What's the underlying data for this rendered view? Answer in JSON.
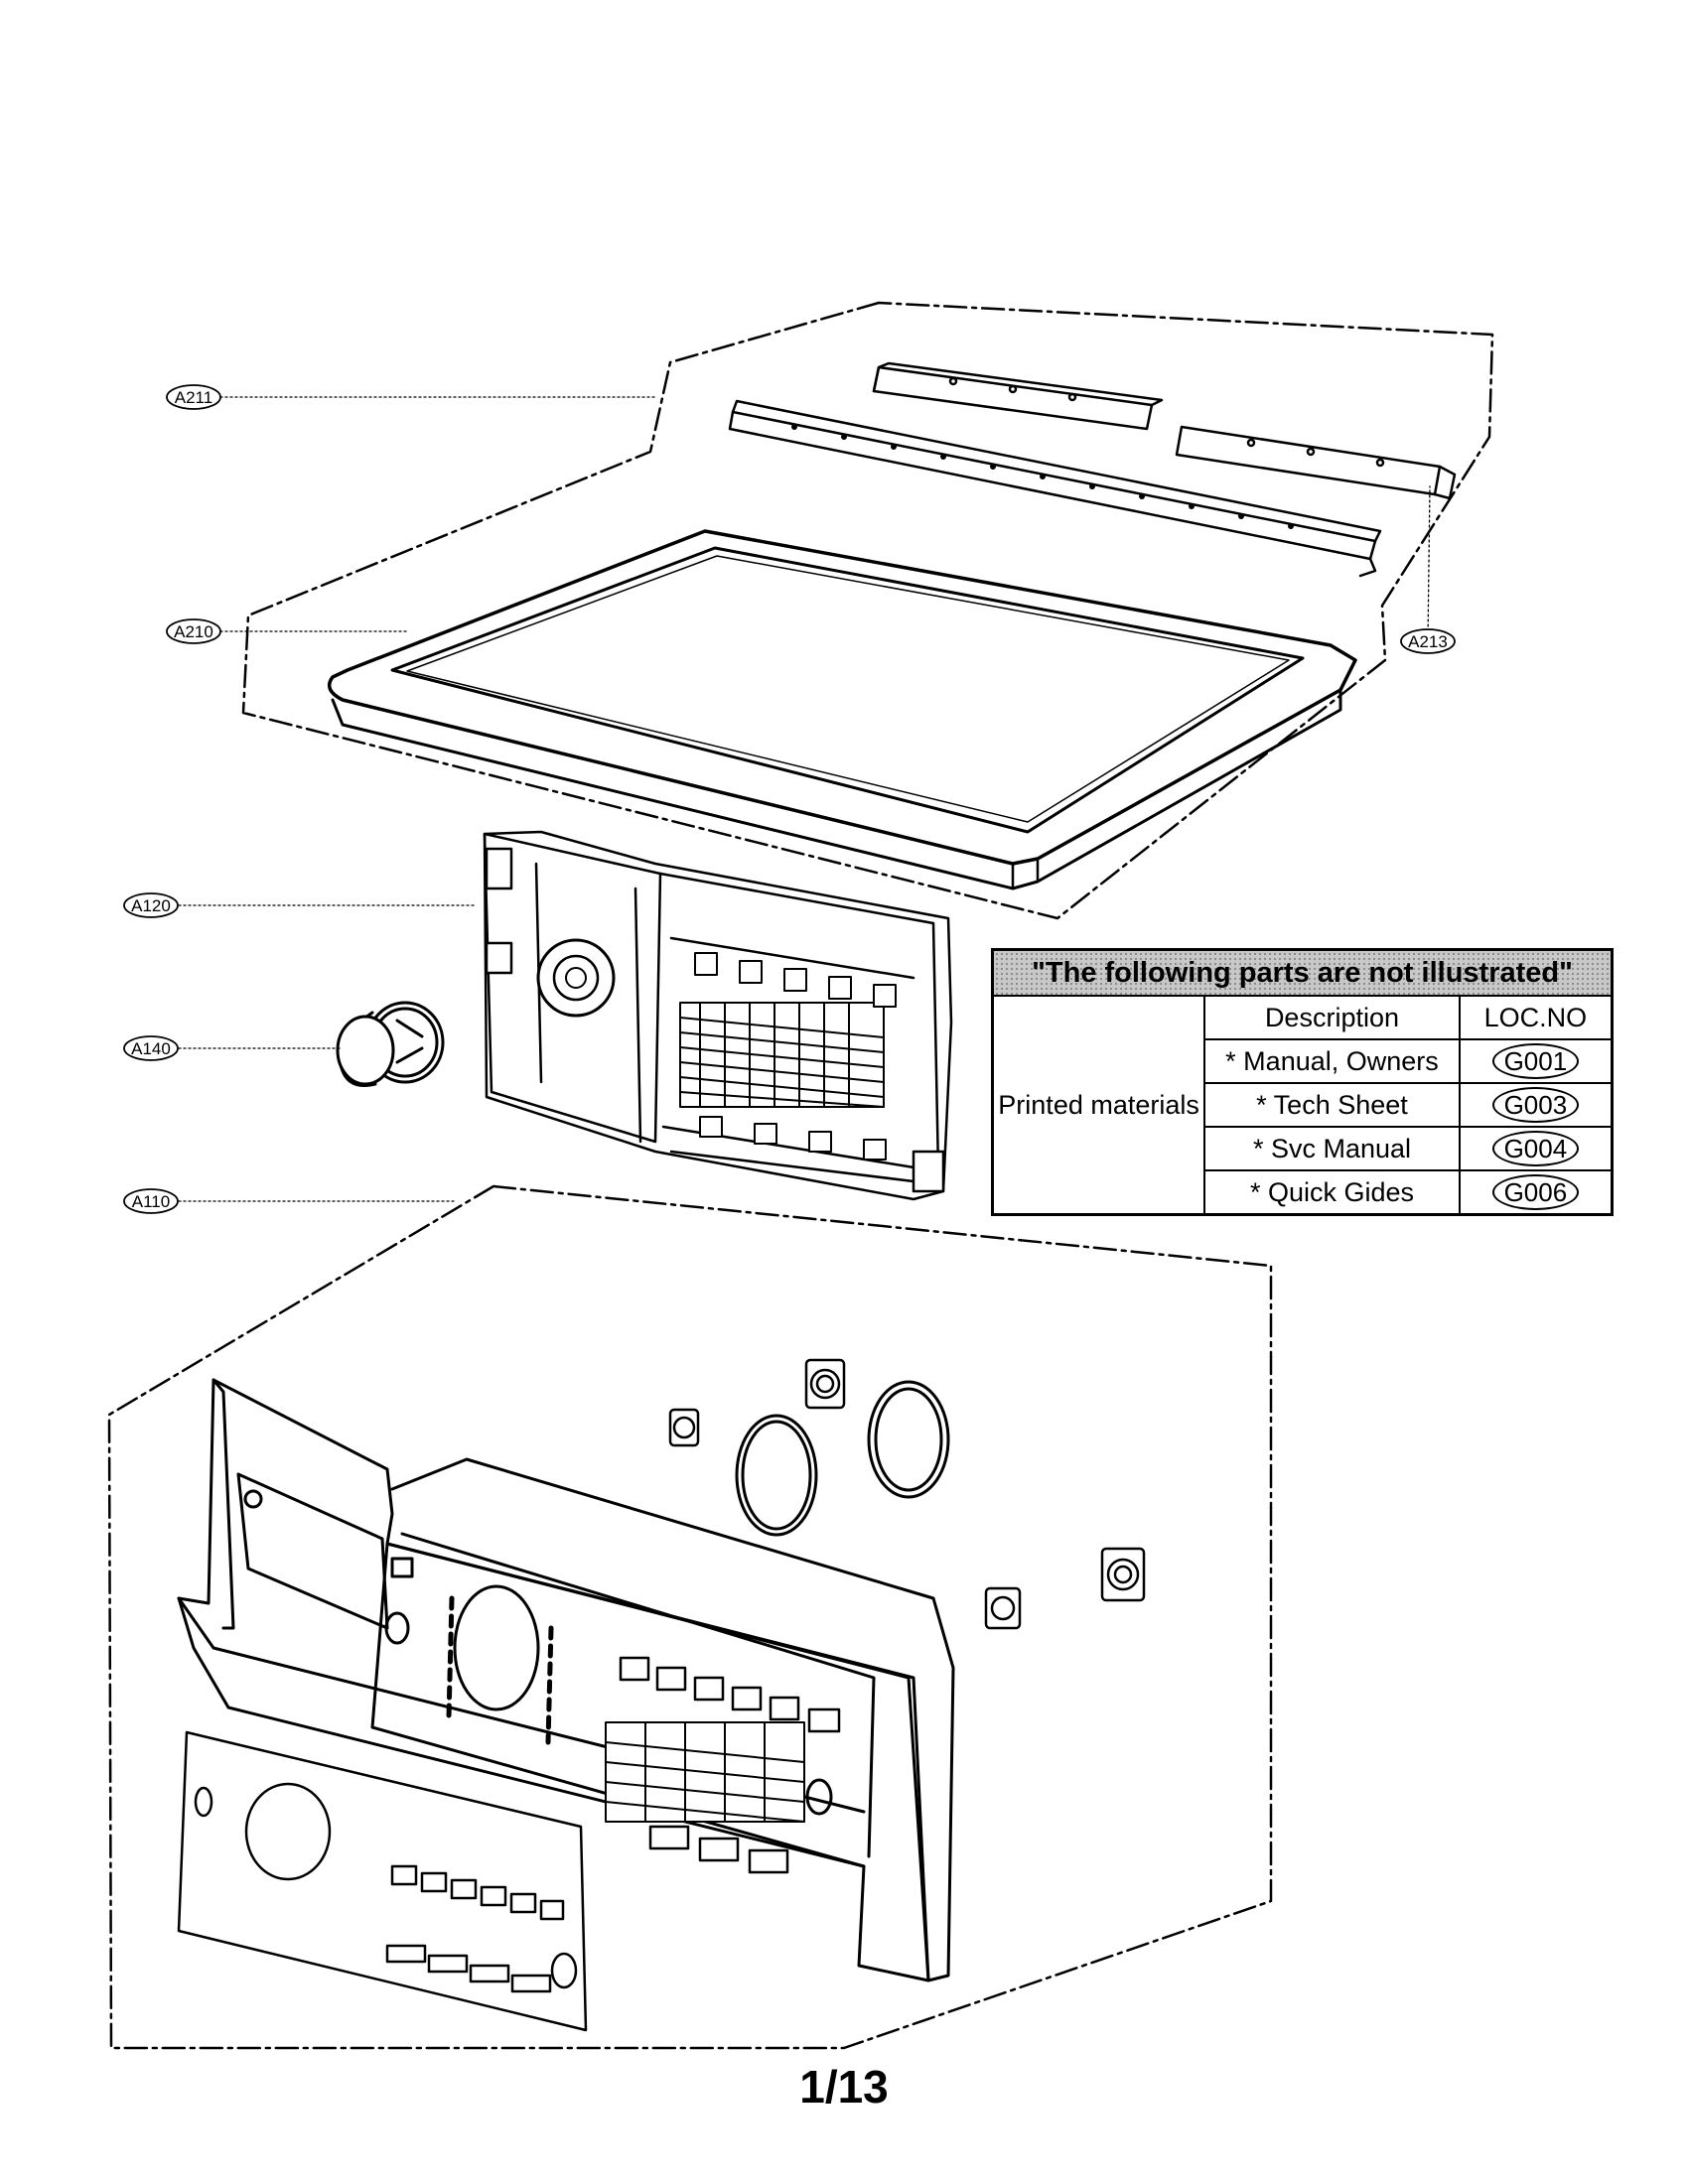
{
  "callouts": [
    {
      "id": "a211",
      "label": "A211"
    },
    {
      "id": "a210",
      "label": "A210"
    },
    {
      "id": "a213",
      "label": "A213"
    },
    {
      "id": "a120",
      "label": "A120"
    },
    {
      "id": "a140",
      "label": "A140"
    },
    {
      "id": "a110",
      "label": "A110"
    }
  ],
  "not_illustrated_table": {
    "title": "\"The following parts are not illustrated\"",
    "header_description": "Description",
    "header_loc": "LOC.NO",
    "group_label": "Printed materials",
    "rows": [
      {
        "description": "* Manual, Owners",
        "loc": "G001"
      },
      {
        "description": "* Tech Sheet",
        "loc": "G003"
      },
      {
        "description": "* Svc Manual",
        "loc": "G004"
      },
      {
        "description": "* Quick Gides",
        "loc": "G006"
      }
    ]
  },
  "page_number": "1/13"
}
